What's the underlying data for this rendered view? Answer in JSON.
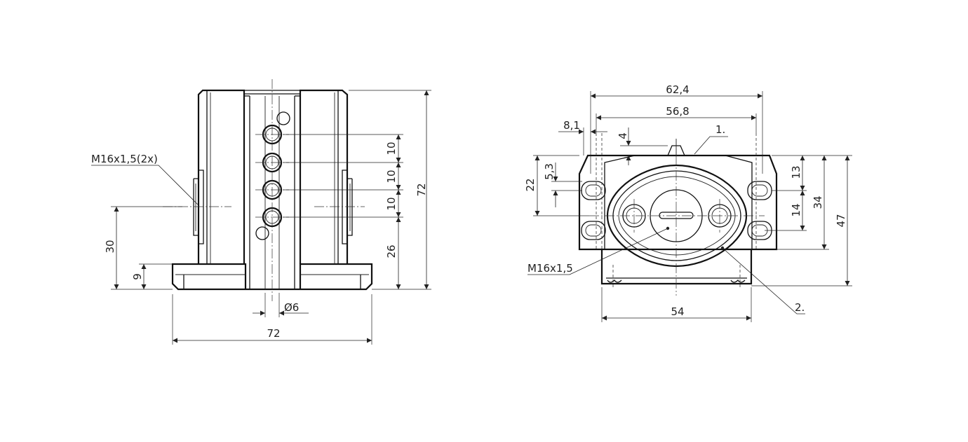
{
  "left_view": {
    "dim_height_total": "72",
    "dim_width_total": "72",
    "dim_pitch_1": "10",
    "dim_pitch_2": "10",
    "dim_pitch_3": "10",
    "dim_bottom_26": "26",
    "dim_thread_height": "30",
    "dim_base_height": "9",
    "dim_hole_dia": "Ø6",
    "thread_callout": "M16x1,5(2x)"
  },
  "right_view": {
    "dim_624": "62,4",
    "dim_568": "56,8",
    "dim_81": "8,1",
    "dim_4": "4",
    "dim_22": "22",
    "dim_53": "5,3",
    "dim_13": "13",
    "dim_14": "14",
    "dim_34": "34",
    "dim_47": "47",
    "dim_54": "54",
    "thread_callout": "M16x1,5",
    "marker_1": "1.",
    "marker_2": "2."
  }
}
